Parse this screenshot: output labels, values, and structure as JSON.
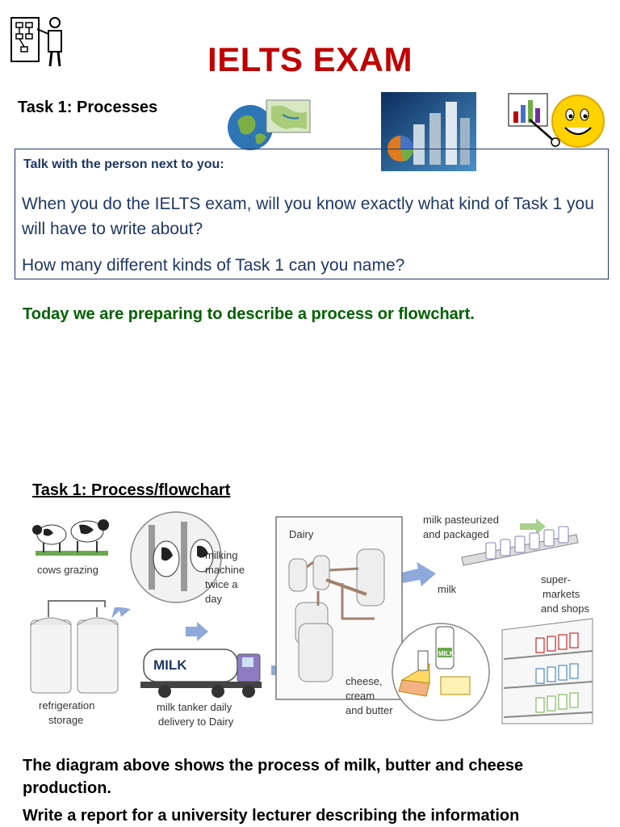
{
  "page": {
    "title": "IELTS EXAM",
    "task_heading": "Task 1: Processes",
    "talk_label": "Talk with the person next to you:",
    "question_1": "When you do the IELTS exam, will you know exactly what kind of Task 1 you will have to write about?",
    "question_2": "How many different kinds of Task 1 can you name?",
    "today_text": "Today we are preparing to describe a process or flowchart.",
    "flow_heading": "Task 1: Process/flowchart",
    "description_1": "The diagram above shows the process of milk, butter and cheese production.",
    "description_2": "Write a report for a university lecturer describing the information"
  },
  "diagram": {
    "cows_grazing": "cows grazing",
    "milking_1": "milking",
    "milking_2": "machine",
    "milking_3": "twice a",
    "milking_4": "day",
    "dairy": "Dairy",
    "pasteurized_1": "milk pasteurized",
    "pasteurized_2": "and packaged",
    "milk": "milk",
    "super_1": "super-",
    "super_2": "markets",
    "super_3": "and shops",
    "refrig_1": "refrigeration",
    "refrig_2": "storage",
    "tanker_1": "milk tanker daily",
    "tanker_2": "delivery to Dairy",
    "truck_label": "MILK",
    "carton_label": "MILK",
    "cheese_1": "cheese,",
    "cheese_2": "cream",
    "cheese_3": "and butter"
  },
  "colors": {
    "title": "#c00000",
    "box_border": "#1f3864",
    "question_text": "#1f3864",
    "today_text": "#006100",
    "arrow": "#8ea9db"
  }
}
